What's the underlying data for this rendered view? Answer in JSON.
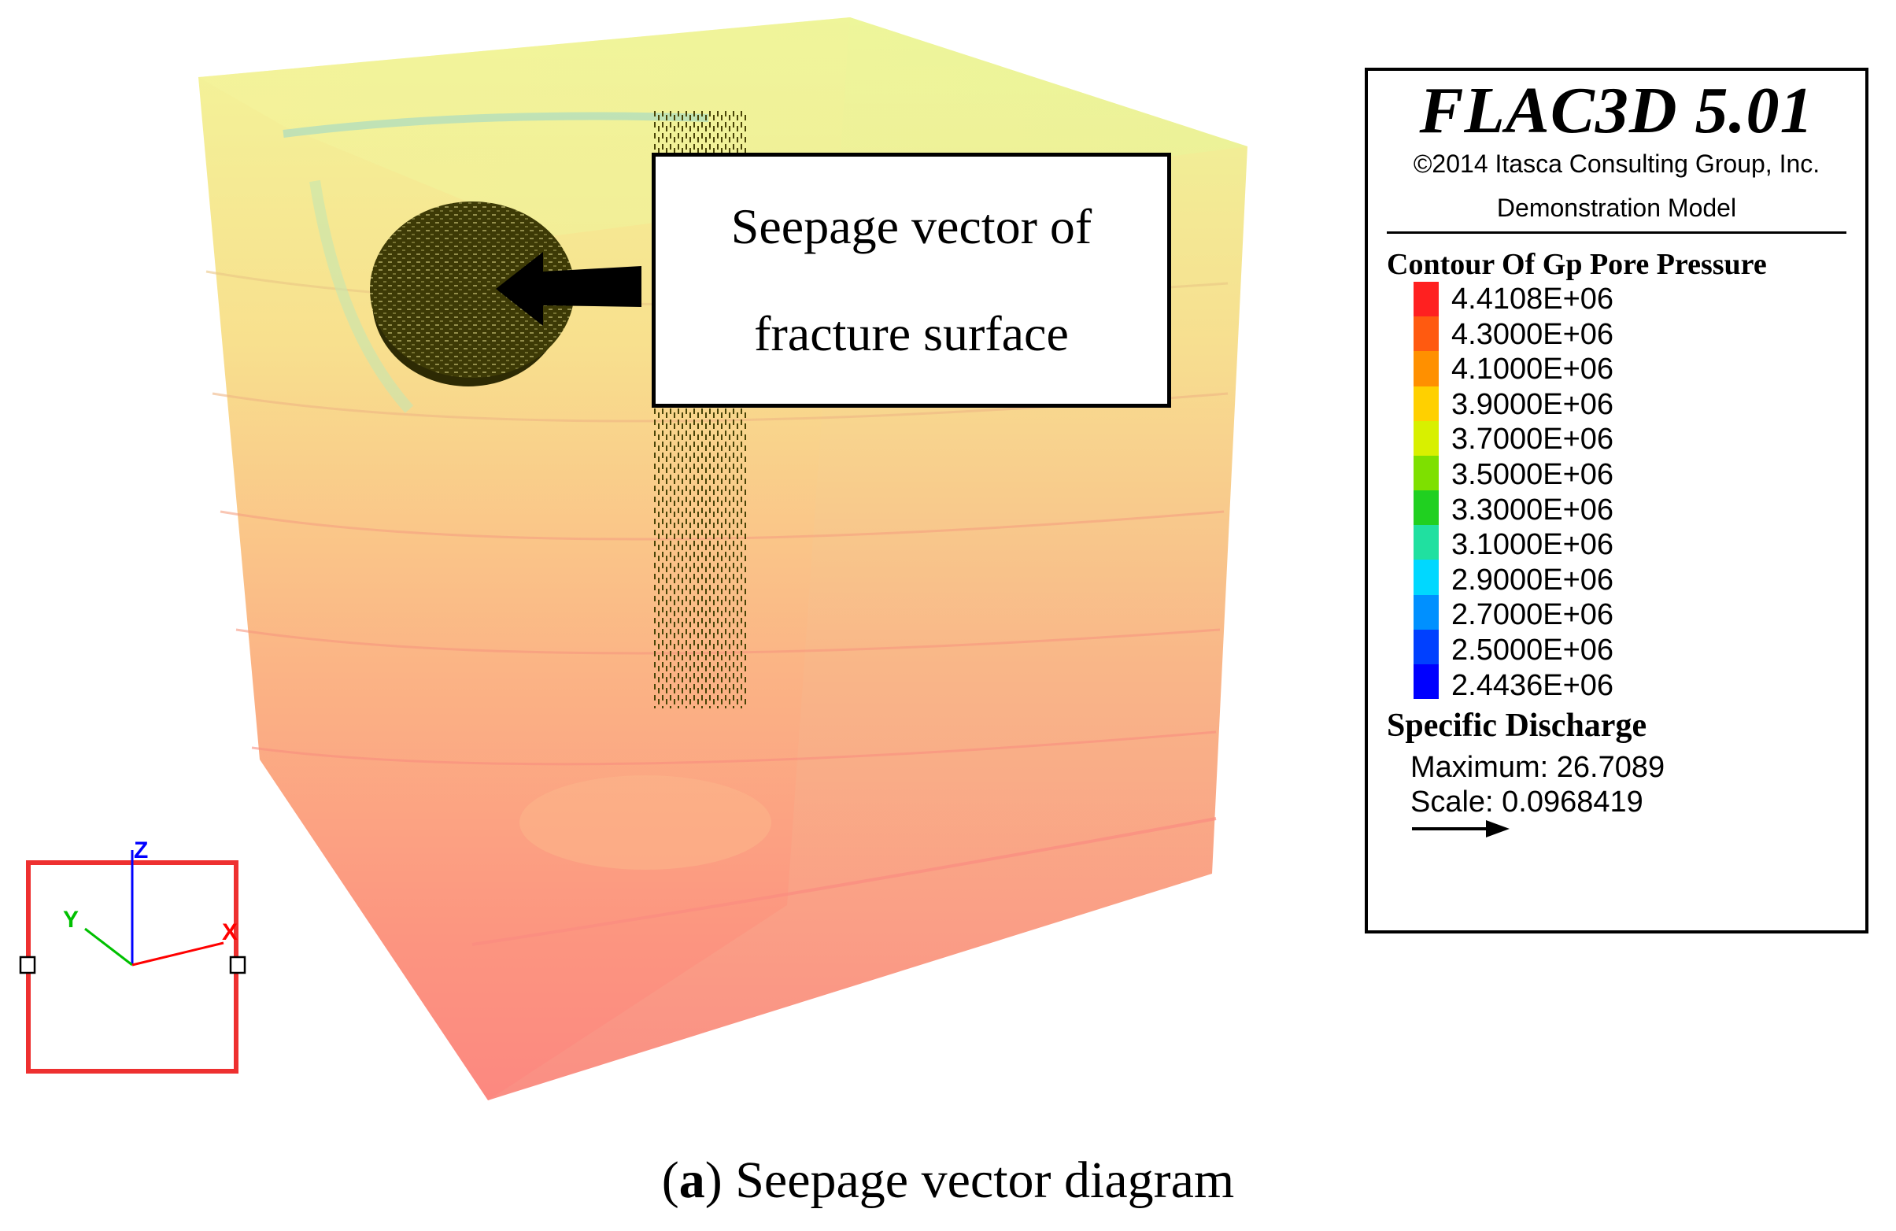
{
  "legend": {
    "title": "FLAC3D 5.01",
    "copyright": "©2014 Itasca Consulting Group, Inc.",
    "model": "Demonstration Model",
    "contour_title": "Contour Of Gp Pore Pressure",
    "contour_values": [
      "4.4108E+06",
      "4.3000E+06",
      "4.1000E+06",
      "3.9000E+06",
      "3.7000E+06",
      "3.5000E+06",
      "3.3000E+06",
      "3.1000E+06",
      "2.9000E+06",
      "2.7000E+06",
      "2.5000E+06",
      "2.4436E+06"
    ],
    "contour_colors": [
      "#ff2020",
      "#ff5a10",
      "#ff9000",
      "#ffd000",
      "#d8f000",
      "#7ee000",
      "#20d020",
      "#20e0a0",
      "#00d8ff",
      "#0090ff",
      "#0040ff",
      "#0000ff"
    ],
    "discharge_title": "Specific Discharge",
    "discharge_max": "Maximum: 26.7089",
    "discharge_scale": "Scale: 0.0968419"
  },
  "axes": {
    "z": "Z",
    "y": "Y",
    "x": "X"
  },
  "callout": {
    "line1": "Seepage vector of",
    "line2": "fracture surface"
  },
  "caption": {
    "label": "a",
    "text": "Seepage vector diagram"
  }
}
